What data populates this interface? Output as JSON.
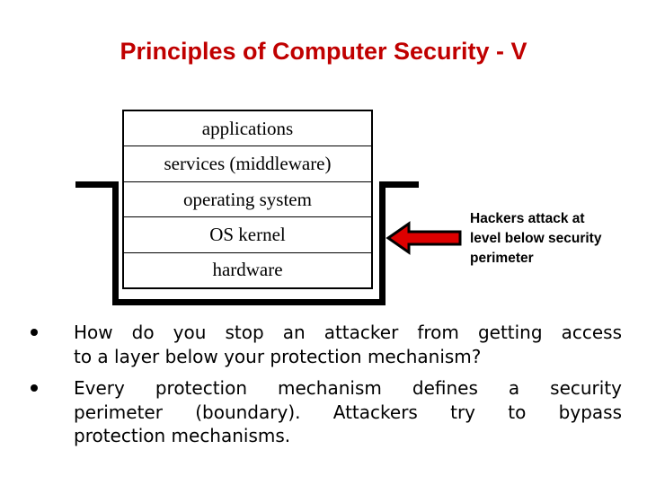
{
  "title": "Principles of Computer Security - V",
  "colors": {
    "background": "#FFFFFF",
    "title": "#C00000",
    "text": "#000000",
    "bracket": "#000000",
    "arrow_fill": "#DD0000",
    "arrow_outline": "#000000"
  },
  "diagram": {
    "layers": [
      "applications",
      "services (middleware)",
      "operating system",
      "OS kernel",
      "hardware"
    ],
    "arrow_icon": "left-block-arrow",
    "bracket_icon": "security-perimeter-bracket"
  },
  "callout": {
    "lines": [
      "Hackers attack at",
      "level below security",
      "perimeter"
    ]
  },
  "bullets": [
    {
      "lines": [
        "How do you stop an attacker from getting access",
        "to a layer below your protection mechanism?"
      ]
    },
    {
      "lines": [
        "Every protection mechanism defines a security",
        "perimeter (boundary). Attackers try to bypass",
        "protection mechanisms."
      ]
    }
  ]
}
